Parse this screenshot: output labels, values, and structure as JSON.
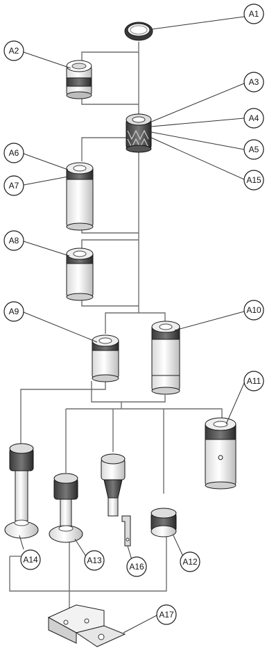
{
  "callouts": [
    {
      "id": "a1",
      "label": "A1"
    },
    {
      "id": "a2",
      "label": "A2"
    },
    {
      "id": "a3",
      "label": "A3"
    },
    {
      "id": "a4",
      "label": "A4"
    },
    {
      "id": "a5",
      "label": "A5"
    },
    {
      "id": "a15",
      "label": "A15"
    },
    {
      "id": "a6",
      "label": "A6"
    },
    {
      "id": "a7",
      "label": "A7"
    },
    {
      "id": "a8",
      "label": "A8"
    },
    {
      "id": "a9",
      "label": "A9"
    },
    {
      "id": "a10",
      "label": "A10"
    },
    {
      "id": "a11",
      "label": "A11"
    },
    {
      "id": "a14",
      "label": "A14"
    },
    {
      "id": "a13",
      "label": "A13"
    },
    {
      "id": "a16",
      "label": "A16"
    },
    {
      "id": "a12",
      "label": "A12"
    },
    {
      "id": "a17",
      "label": "A17"
    }
  ],
  "colors": {
    "line": "#6e6e6e",
    "part_stroke": "#1a1a1a",
    "part_dark": "#2b2b2b",
    "part_light": "#f7f7f7",
    "part_mid": "#cfcfcf"
  }
}
